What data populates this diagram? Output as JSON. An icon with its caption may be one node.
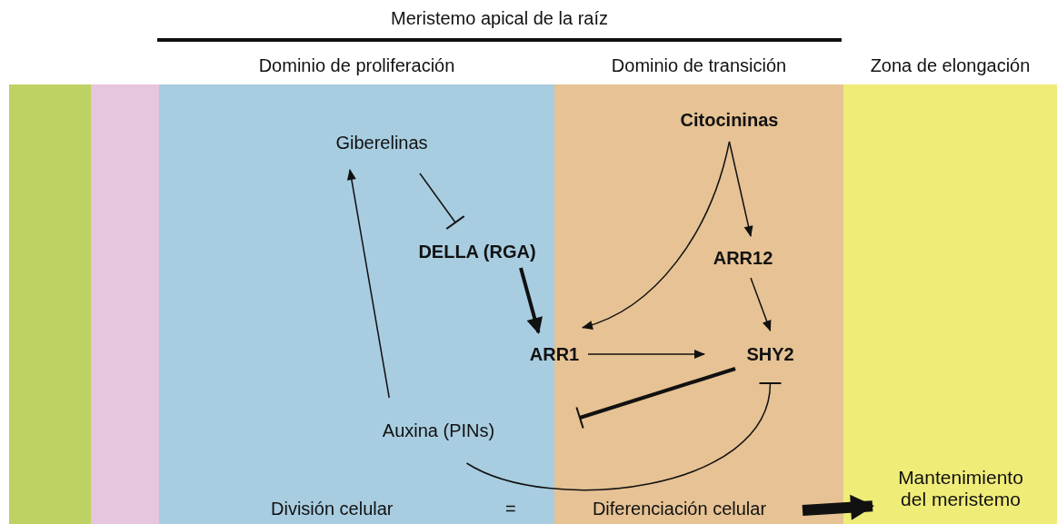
{
  "diagram": {
    "title": "Meristemo apical de la raíz",
    "nodes": [
      {
        "text": [],
        "shape": "bar"
      },
      {
        "text": [],
        "shape": "bar"
      },
      {
        "text": [
          "Dominio de proliferación"
        ]
      },
      {
        "text": [
          "Dominio de transición"
        ]
      },
      {
        "text": [
          "Zona de elongación"
        ]
      },
      {
        "text": [
          "Giberelinas"
        ],
        "in": 2
      },
      {
        "text": [
          "DELLA (RGA)"
        ],
        "in": 2
      },
      {
        "text": [
          "Auxina (PINs)"
        ],
        "in": 2
      },
      {
        "text": [
          "Citocininas"
        ],
        "in": 3
      },
      {
        "text": [
          "ARR12"
        ],
        "in": 3
      },
      {
        "text": [
          "ARR1"
        ]
      },
      {
        "text": [
          "SHY2"
        ],
        "in": 3
      },
      {
        "text": [
          "Mantenimiento del meristemo"
        ],
        "in": 4
      },
      {
        "text": [
          "Diferenciación celular"
        ],
        "in": 3
      }
    ],
    "edges": [
      {
        "from": 5,
        "to": 6,
        "arrow": "other"
      },
      {
        "from": 6,
        "to": 10,
        "arrow": "to",
        "style": "thick"
      },
      {
        "from": 8,
        "to": 10,
        "arrow": "to"
      },
      {
        "from": 8,
        "to": 9,
        "arrow": "to"
      },
      {
        "from": 9,
        "to": 11,
        "arrow": "to"
      },
      {
        "from": 10,
        "to": 11,
        "arrow": "to"
      },
      {
        "from": 11,
        "to": 10,
        "arrow": "other",
        "style": "thick"
      },
      {
        "from": 7,
        "to": 11,
        "arrow": "other"
      },
      {
        "from": 7,
        "to": 5,
        "arrow": "to"
      },
      {
        "from": 13,
        "to": 12,
        "arrow": "to",
        "style": "thick"
      }
    ],
    "labels": [
      "División celular",
      "="
    ]
  }
}
